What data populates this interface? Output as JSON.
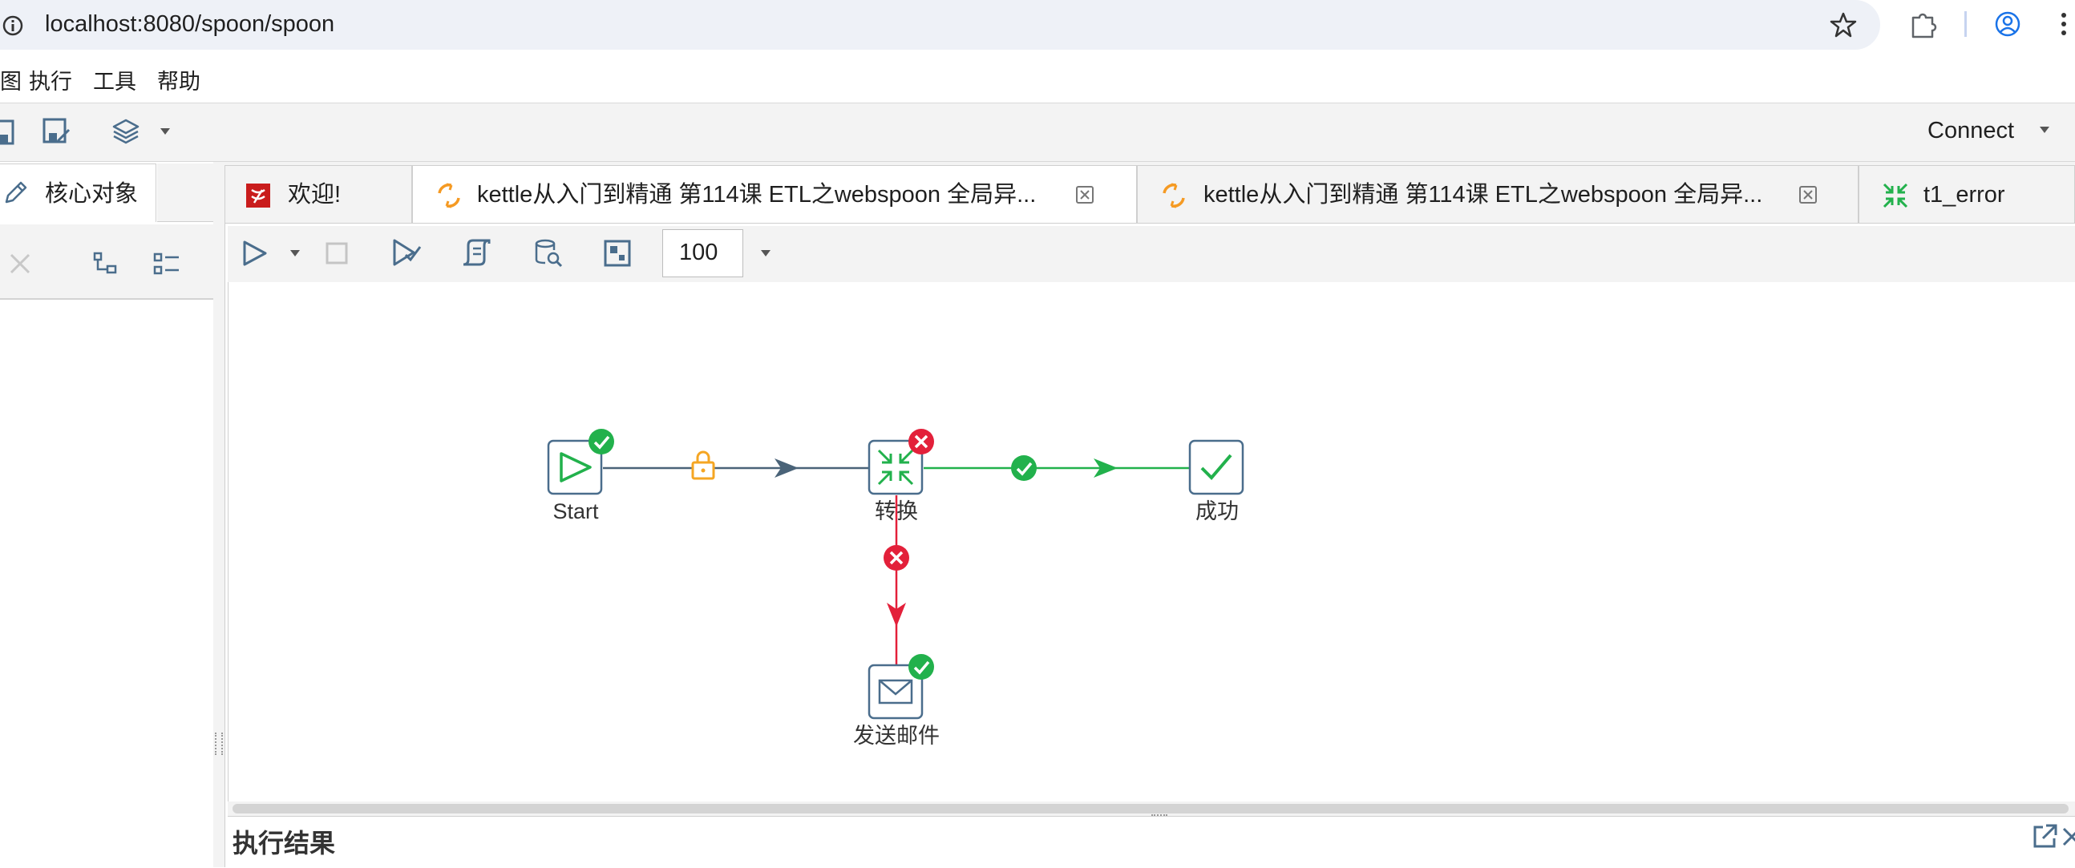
{
  "browser": {
    "url": "localhost:8080/spoon/spoon",
    "icons": [
      "info-icon",
      "star-icon",
      "extensions-icon",
      "profile-icon",
      "more-icon"
    ]
  },
  "menu": {
    "items": [
      "图",
      "执行",
      "工具",
      "帮助"
    ]
  },
  "toolbar": {
    "connect_label": "Connect",
    "icons": [
      "save-icon",
      "save-as-icon",
      "layers-icon"
    ]
  },
  "left_panel": {
    "tab_label": "核心对象",
    "tools": [
      "close-icon",
      "collapse-tree-icon",
      "expand-list-icon"
    ]
  },
  "tabs": [
    {
      "label": "欢迎!",
      "icon": "welcome-icon",
      "closable": false,
      "active": false
    },
    {
      "label": "kettle从入门到精通 第114课 ETL之webspoon 全局异...",
      "icon": "job-icon",
      "closable": true,
      "active": true
    },
    {
      "label": "kettle从入门到精通 第114课 ETL之webspoon 全局异...",
      "icon": "job-icon",
      "closable": true,
      "active": false
    },
    {
      "label": "t1_error",
      "icon": "transformation-icon",
      "closable": false,
      "active": false
    }
  ],
  "editor_toolbar": {
    "zoom_value": "100",
    "icons": [
      "run-icon",
      "stop-icon",
      "check-icon",
      "sql-icon",
      "explore-db-icon",
      "grid-icon"
    ]
  },
  "canvas": {
    "nodes": [
      {
        "label": "Start",
        "icon": "start-icon",
        "badge": "success"
      },
      {
        "label": "转换",
        "icon": "transformation-icon",
        "badge": "error"
      },
      {
        "label": "成功",
        "icon": "success-icon",
        "badge": "none"
      },
      {
        "label": "发送邮件",
        "icon": "mail-icon",
        "badge": "success"
      }
    ],
    "hops": [
      {
        "from": "Start",
        "to": "转换",
        "type": "unconditional",
        "color": "#4a6378"
      },
      {
        "from": "转换",
        "to": "成功",
        "type": "on-success",
        "color": "#22b14c"
      },
      {
        "from": "转换",
        "to": "发送邮件",
        "type": "on-error",
        "color": "#e3203a"
      }
    ]
  },
  "results": {
    "title": "执行结果"
  },
  "colors": {
    "success": "#22b14c",
    "error": "#e3203a",
    "lock": "#f5a623",
    "hop": "#4a6378",
    "node_border": "#4a6d8c"
  }
}
